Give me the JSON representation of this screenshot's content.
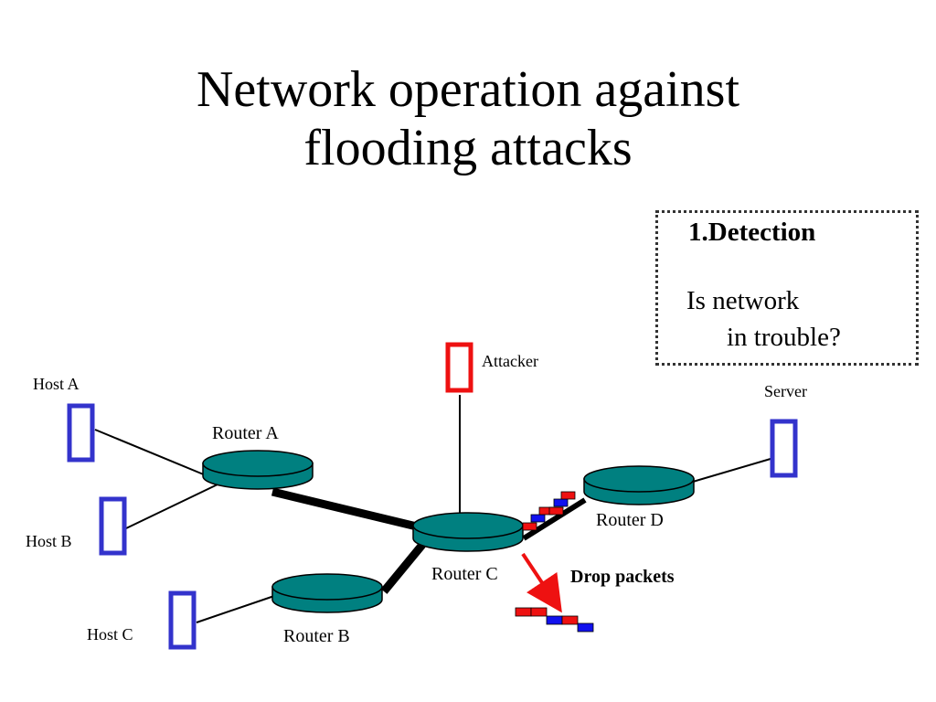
{
  "title_line1": "Network operation against",
  "title_line2": "flooding attacks",
  "detection_box": {
    "heading": "1.Detection",
    "question_line1": "Is network",
    "question_line2": "in trouble?"
  },
  "labels": {
    "host_a": "Host A",
    "host_b": "Host B",
    "host_c": "Host C",
    "router_a": "Router A",
    "router_b": "Router B",
    "router_c": "Router C",
    "router_d": "Router D",
    "attacker": "Attacker",
    "server": "Server",
    "drop_packets": "Drop packets"
  },
  "colors": {
    "router_fill": "#008080",
    "host_outline": "#3333cc",
    "attacker_outline": "#ee1111",
    "packet_red": "#ee1111",
    "packet_blue": "#1111ee",
    "drop_arrow": "#ee1111"
  }
}
